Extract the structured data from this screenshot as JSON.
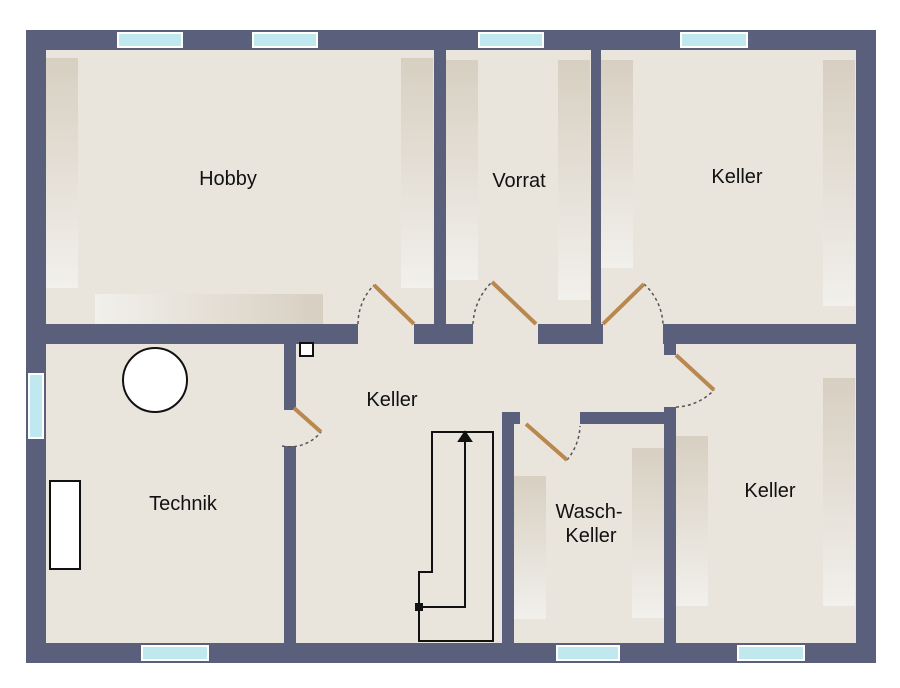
{
  "colors": {
    "wall": "#5a5f7c",
    "floor": "#e9e5dd",
    "shelf_light": "#f1efeb",
    "shelf_dark": "#d8d1c4",
    "window_glass": "#bfe8ef",
    "door": "#b9884f",
    "line": "#111111",
    "swing": "#555555"
  },
  "rooms": {
    "hobby": {
      "name": "Hobby"
    },
    "vorrat": {
      "name": "Vorrat"
    },
    "keller_top_right": {
      "name": "Keller"
    },
    "flur": {
      "name": "Keller"
    },
    "technik": {
      "name": "Technik"
    },
    "wasch": {
      "line1": "Wasch-",
      "line2": "Keller"
    },
    "keller_bottom_right": {
      "name": "Keller"
    }
  },
  "icons": {
    "boiler": "tank-circle-icon",
    "chimney": "chimney-square-icon",
    "stairs": "staircase-arrow-icon",
    "door": "door-swing-icon",
    "window": "window-icon"
  }
}
